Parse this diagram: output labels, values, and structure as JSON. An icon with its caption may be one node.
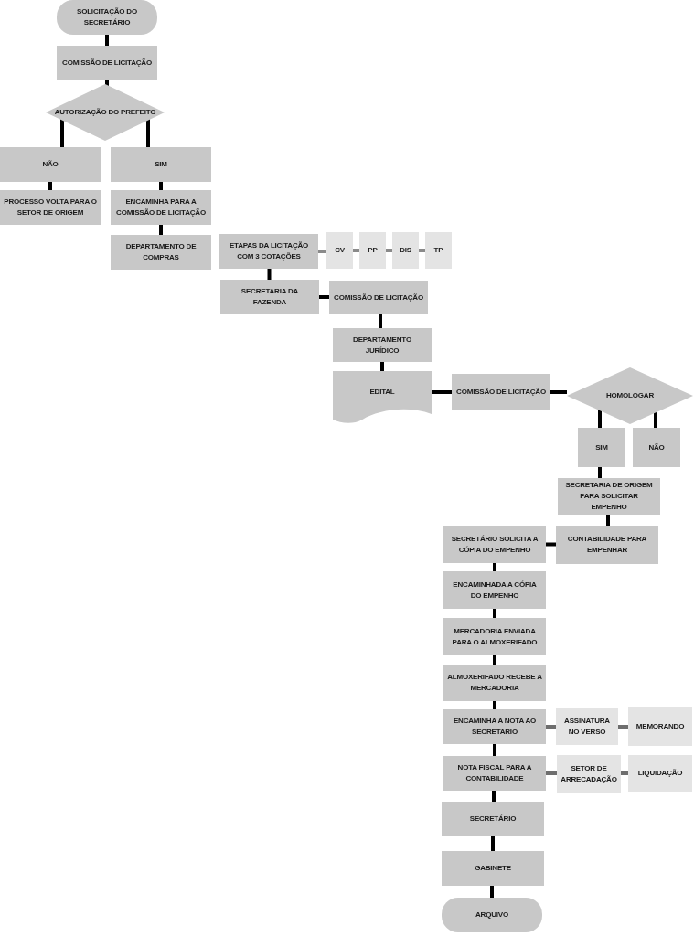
{
  "diagram": {
    "nodes": [
      {
        "text": [
          "SOLICITAÇÃO DO SECRETÁRIO"
        ]
      },
      {
        "text": [
          "COMISSÃO DE LICITAÇÃO"
        ]
      },
      {
        "text": [
          "AUTORIZAÇÃO DO PREFEITO"
        ]
      },
      {
        "text": [
          "NÃO"
        ]
      },
      {
        "text": [
          "SIM"
        ]
      },
      {
        "text": [
          "PROCESSO VOLTA PARA O SETOR DE ORIGEM"
        ]
      },
      {
        "text": [
          "ENCAMINHA PARA A COMISSÃO DE LICITAÇÃO"
        ]
      },
      {
        "text": [
          "DEPARTAMENTO DE COMPRAS"
        ]
      },
      {
        "text": [
          "ETAPAS DA LICITAÇÃO COM 3 COTAÇÕES"
        ]
      },
      {
        "text": [
          "CV"
        ]
      },
      {
        "text": [
          "PP"
        ]
      },
      {
        "text": [
          "DIS"
        ]
      },
      {
        "text": [
          "TP"
        ]
      },
      {
        "text": [
          "SECRETARIA DA FAZENDA"
        ]
      },
      {
        "text": [
          "COMISSÃO DE LICITAÇÃO"
        ]
      },
      {
        "text": [
          "DEPARTAMENTO JURÍDICO"
        ]
      },
      {
        "text": [
          "EDITAL"
        ]
      },
      {
        "text": [
          "COMISSÃO DE LICITAÇÃO"
        ]
      },
      {
        "text": [
          "HOMOLOGAR"
        ]
      },
      {
        "text": [
          "SIM"
        ]
      },
      {
        "text": [
          "NÃO"
        ]
      },
      {
        "text": [
          "SECRETARIA DE ORIGEM PARA SOLICITAR EMPENHO"
        ]
      },
      {
        "text": [
          "CONTABILIDADE PARA EMPENHAR"
        ]
      },
      {
        "text": [
          "SECRETÁRIO SOLICITA A CÓPIA DO EMPENHO"
        ]
      },
      {
        "text": [
          "ENCAMINHADA A CÓPIA DO EMPENHO"
        ]
      },
      {
        "text": [
          "MERCADORIA ENVIADA PARA O ALMOXERIFADO"
        ]
      },
      {
        "text": [
          "ALMOXERIFADO RECEBE A MERCADORIA"
        ]
      },
      {
        "text": [
          "ENCAMINHA A NOTA AO SECRETARIO"
        ]
      },
      {
        "text": [
          "ASSINATURA NO VERSO"
        ]
      },
      {
        "text": [
          "MEMORANDO"
        ]
      },
      {
        "text": [
          "NOTA FISCAL PARA A CONTABILIDADE"
        ]
      },
      {
        "text": [
          "SETOR DE ARRECADAÇÃO"
        ]
      },
      {
        "text": [
          "LIQUIDAÇÃO"
        ]
      },
      {
        "text": [
          "SECRETÁRIO"
        ]
      },
      {
        "text": [
          "GABINETE"
        ]
      },
      {
        "text": [
          "ARQUIVO"
        ]
      }
    ],
    "edges": [
      {
        "from": 0,
        "to": 1,
        "arrow": "none"
      },
      {
        "from": 1,
        "to": 2,
        "arrow": "none"
      },
      {
        "from": 2,
        "to": 3,
        "arrow": "none"
      },
      {
        "from": 2,
        "to": 4,
        "arrow": "none"
      },
      {
        "from": 3,
        "to": 5,
        "arrow": "none"
      },
      {
        "from": 4,
        "to": 6,
        "arrow": "none"
      },
      {
        "from": 6,
        "to": 7,
        "arrow": "none"
      },
      {
        "from": 8,
        "to": 9,
        "arrow": "none",
        "color": "#8a8a8a"
      },
      {
        "from": 9,
        "to": 10,
        "arrow": "none",
        "color": "#8a8a8a"
      },
      {
        "from": 10,
        "to": 11,
        "arrow": "none",
        "color": "#8a8a8a"
      },
      {
        "from": 11,
        "to": 12,
        "arrow": "none",
        "color": "#8a8a8a"
      },
      {
        "from": 8,
        "to": 13,
        "arrow": "none"
      },
      {
        "from": 13,
        "to": 14,
        "arrow": "none"
      },
      {
        "from": 14,
        "to": 15,
        "arrow": "none"
      },
      {
        "from": 15,
        "to": 16,
        "arrow": "none"
      },
      {
        "from": 16,
        "to": 17,
        "arrow": "none"
      },
      {
        "from": 17,
        "to": 18,
        "arrow": "none"
      },
      {
        "from": 18,
        "to": 19,
        "arrow": "none"
      },
      {
        "from": 18,
        "to": 20,
        "arrow": "none"
      },
      {
        "from": 19,
        "to": 21,
        "arrow": "none"
      },
      {
        "from": 21,
        "to": 22,
        "arrow": "none"
      },
      {
        "from": 22,
        "to": 23,
        "arrow": "none"
      },
      {
        "from": 23,
        "to": 24,
        "arrow": "none"
      },
      {
        "from": 24,
        "to": 25,
        "arrow": "none"
      },
      {
        "from": 25,
        "to": 26,
        "arrow": "none"
      },
      {
        "from": 26,
        "to": 27,
        "arrow": "none"
      },
      {
        "from": 27,
        "to": 28,
        "arrow": "none",
        "color": "#6e6e6e"
      },
      {
        "from": 28,
        "to": 29,
        "arrow": "none",
        "color": "#6e6e6e"
      },
      {
        "from": 27,
        "to": 30,
        "arrow": "none"
      },
      {
        "from": 30,
        "to": 31,
        "arrow": "none",
        "color": "#6e6e6e"
      },
      {
        "from": 31,
        "to": 32,
        "arrow": "none",
        "color": "#6e6e6e"
      },
      {
        "from": 30,
        "to": 33,
        "arrow": "none"
      },
      {
        "from": 33,
        "to": 34,
        "arrow": "none"
      },
      {
        "from": 34,
        "to": 35,
        "arrow": "none"
      }
    ]
  }
}
